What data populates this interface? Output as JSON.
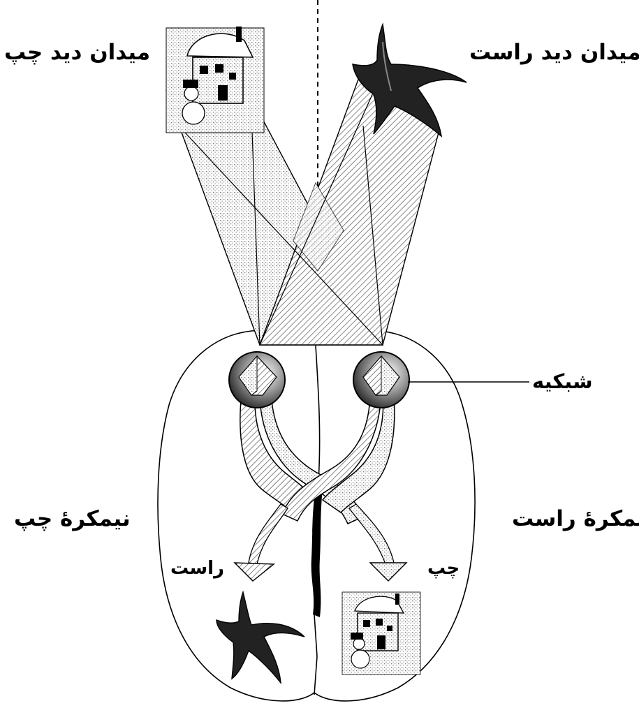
{
  "labels": {
    "left_visual_field": "میدان دید چپ",
    "right_visual_field": "میدان دید راست",
    "retina": "شبکیه",
    "left_hemisphere": "نیمکرۀ چپ",
    "right_hemisphere": "نیمکرۀ راست",
    "right": "راست",
    "left": "چپ"
  },
  "colors": {
    "ink": "#000000",
    "paper": "#ffffff",
    "stipple": "#b8b8b8",
    "hatch": "#666666"
  },
  "icons": {
    "left_field_object": "house-snowman-icon",
    "right_field_object": "starfish-icon"
  }
}
